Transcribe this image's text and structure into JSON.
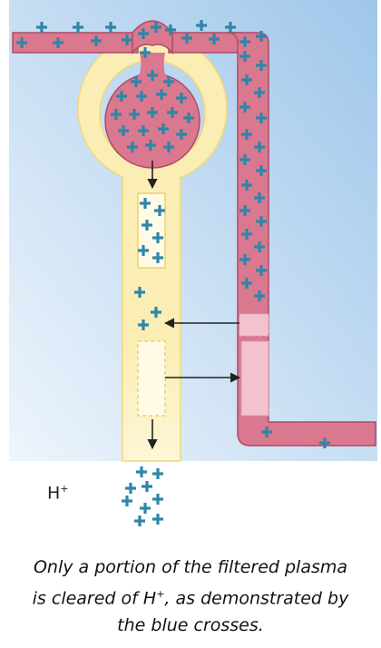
{
  "ion": {
    "base": "H",
    "charge": "+"
  },
  "caption": {
    "line1": "Only a portion of the filtered plasma",
    "line2a": "is cleared of H",
    "line2sup": "+",
    "line2b": ", as demonstrated by",
    "line3": "the blue crosses."
  },
  "colors": {
    "background_blue": "#a9cceb",
    "capillary_fill": "#d9788f",
    "capillary_edge": "#b04a66",
    "tubule_fill": "#fbeeb4",
    "tubule_edge": "#f3d77a",
    "cross": "#2e86a8",
    "arrow": "#222222"
  },
  "icons": {
    "particle": "plus-cross-icon",
    "flow": "arrow-icon"
  }
}
